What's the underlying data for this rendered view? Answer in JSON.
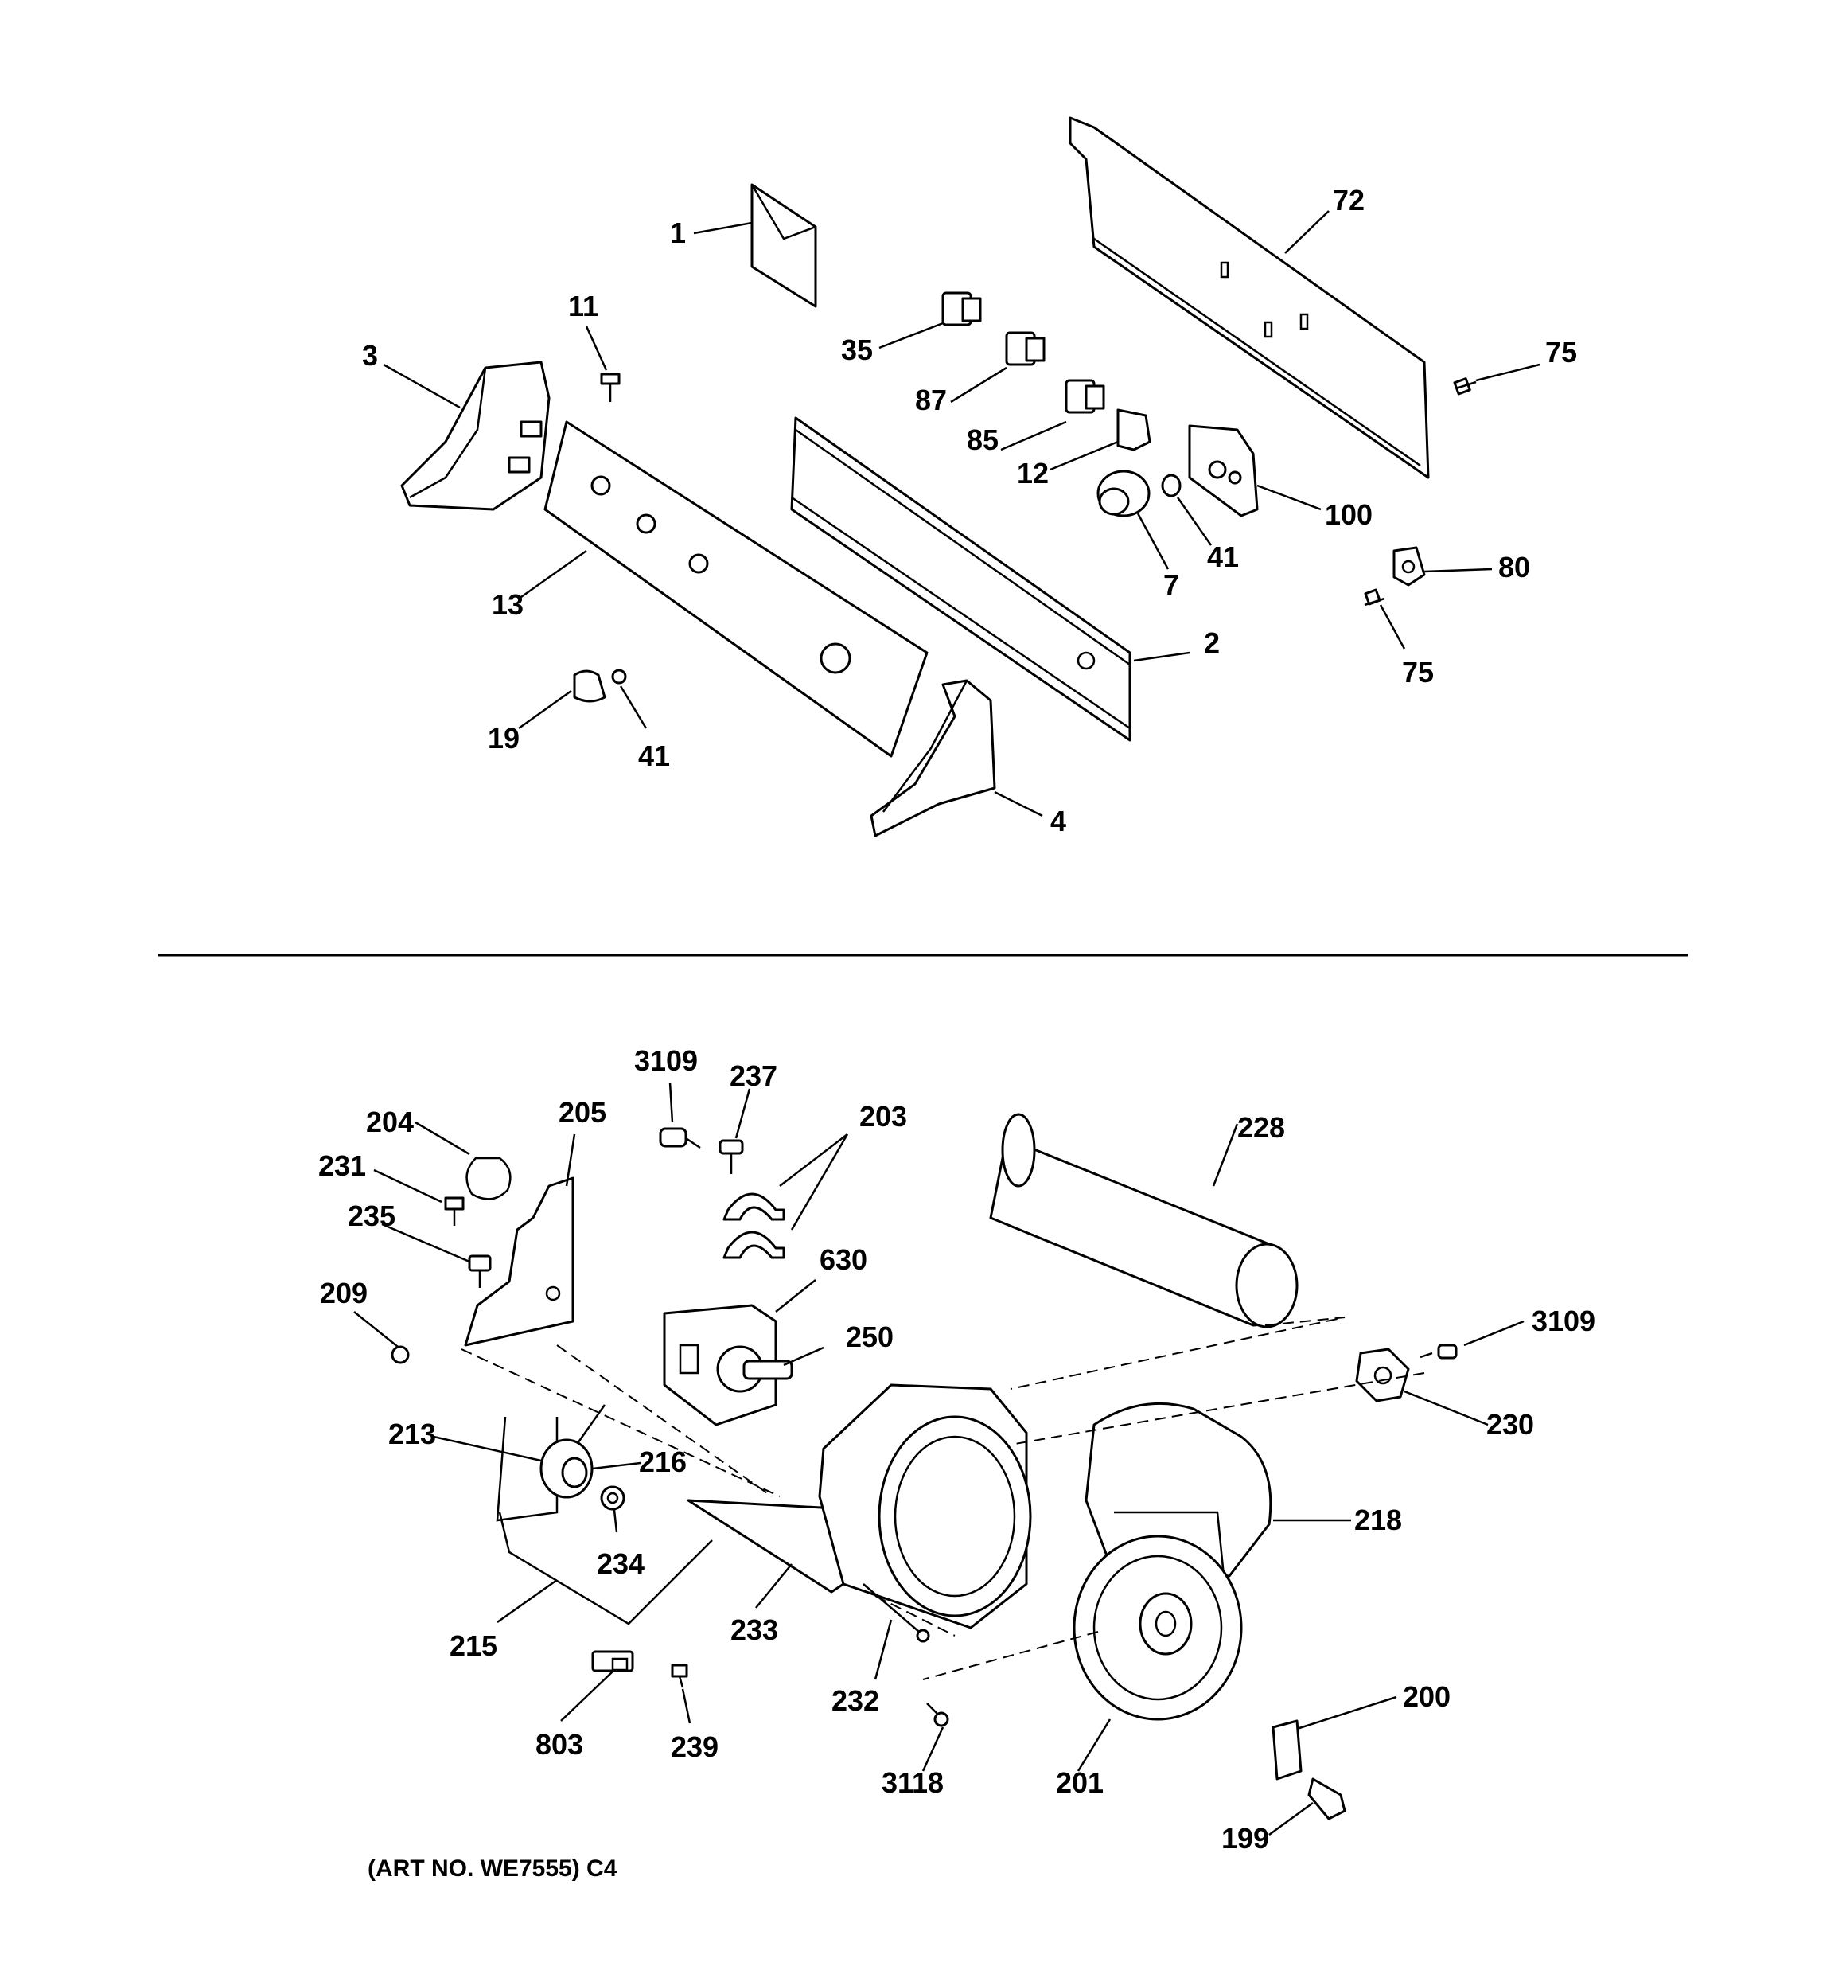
{
  "diagram": {
    "art_number": "(ART NO. WE7555) C4",
    "upper_section": {
      "callouts": [
        "1",
        "72",
        "11",
        "35",
        "75",
        "3",
        "87",
        "85",
        "12",
        "100",
        "41",
        "7",
        "13",
        "80",
        "2",
        "75",
        "19",
        "41",
        "4"
      ]
    },
    "lower_section": {
      "callouts": [
        "3109",
        "237",
        "203",
        "204",
        "205",
        "228",
        "231",
        "235",
        "630",
        "209",
        "250",
        "3109",
        "213",
        "216",
        "230",
        "218",
        "234",
        "215",
        "233",
        "232",
        "200",
        "803",
        "239",
        "3118",
        "201",
        "199"
      ]
    }
  }
}
